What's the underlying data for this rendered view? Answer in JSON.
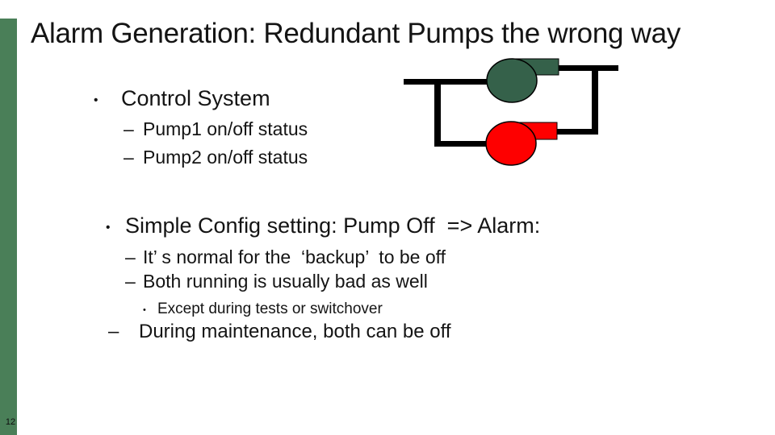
{
  "slide": {
    "title": "Alarm Generation: Redundant Pumps the wrong way",
    "page_number": "12",
    "colors": {
      "accent_bar_green": "#4a7f58",
      "pump1_green": "#35614a",
      "pump2_red": "#fe0000",
      "pipe_black": "#000000",
      "text_black": "#141414",
      "background": "#ffffff"
    },
    "bullets": [
      {
        "id": "control-system",
        "marker": "•",
        "text": "Control System"
      },
      {
        "id": "pump1-status",
        "marker": "–",
        "text": "Pump1 on/off status"
      },
      {
        "id": "pump2-status",
        "marker": "–",
        "text": "Pump2 on/off status"
      },
      {
        "id": "simple-config",
        "marker": "•",
        "text": "Simple Config setting: Pump Off  => Alarm:"
      },
      {
        "id": "backup-off",
        "marker": "–",
        "text": "It’ s normal for the  ‘backup’  to be off"
      },
      {
        "id": "both-running",
        "marker": "–",
        "text": "Both running is usually bad as well"
      },
      {
        "id": "except-tests",
        "marker": "•",
        "text": "Except during tests or switchover"
      },
      {
        "id": "maintenance",
        "marker": "–",
        "text": "During maintenance, both can be off"
      }
    ],
    "diagram": {
      "pump1": {
        "label": "pump1-running-green",
        "color": "#35614a"
      },
      "pump2": {
        "label": "pump2-alarm-red",
        "color": "#fe0000"
      }
    }
  }
}
